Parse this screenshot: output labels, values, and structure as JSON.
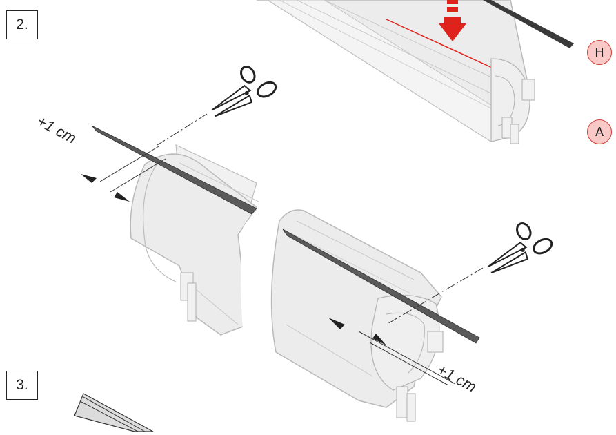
{
  "steps": {
    "step2": "2.",
    "step3": "3."
  },
  "callouts": {
    "top": "H",
    "bottom": "A"
  },
  "dimensions": {
    "left_margin": "+1 cm",
    "right_margin": "+1 cm"
  },
  "colors": {
    "callout_fill": "#f8c9c6",
    "callout_border": "#d23a34",
    "arrow_red": "#e0221c",
    "profile_fill": "#ececec",
    "profile_edge": "#b9b9b9",
    "strip": "#5a5a5a"
  },
  "icons": [
    "scissors-icon",
    "scissors-icon",
    "down-arrow-icon"
  ]
}
